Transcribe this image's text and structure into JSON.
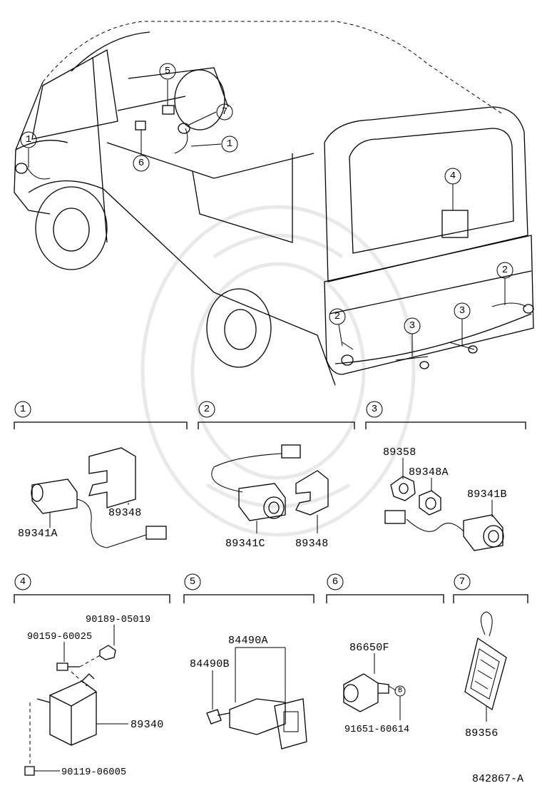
{
  "overview": {
    "callouts": [
      "1",
      "1",
      "5",
      "6",
      "7",
      "4",
      "2",
      "2",
      "3",
      "3"
    ]
  },
  "sections": [
    {
      "id": "1",
      "parts": [
        "89348",
        "89341A"
      ]
    },
    {
      "id": "2",
      "parts": [
        "89341C",
        "89348"
      ]
    },
    {
      "id": "3",
      "parts": [
        "89358",
        "89348A",
        "89341B"
      ]
    },
    {
      "id": "4",
      "parts": [
        "90189-05019",
        "90159-60025",
        "89340",
        "90119-06005"
      ]
    },
    {
      "id": "5",
      "parts": [
        "84490A",
        "84490B"
      ]
    },
    {
      "id": "6",
      "parts": [
        "86650F",
        "B",
        "91651-60614"
      ]
    },
    {
      "id": "7",
      "parts": [
        "89356"
      ]
    }
  ],
  "diagram_code": "842867-A"
}
